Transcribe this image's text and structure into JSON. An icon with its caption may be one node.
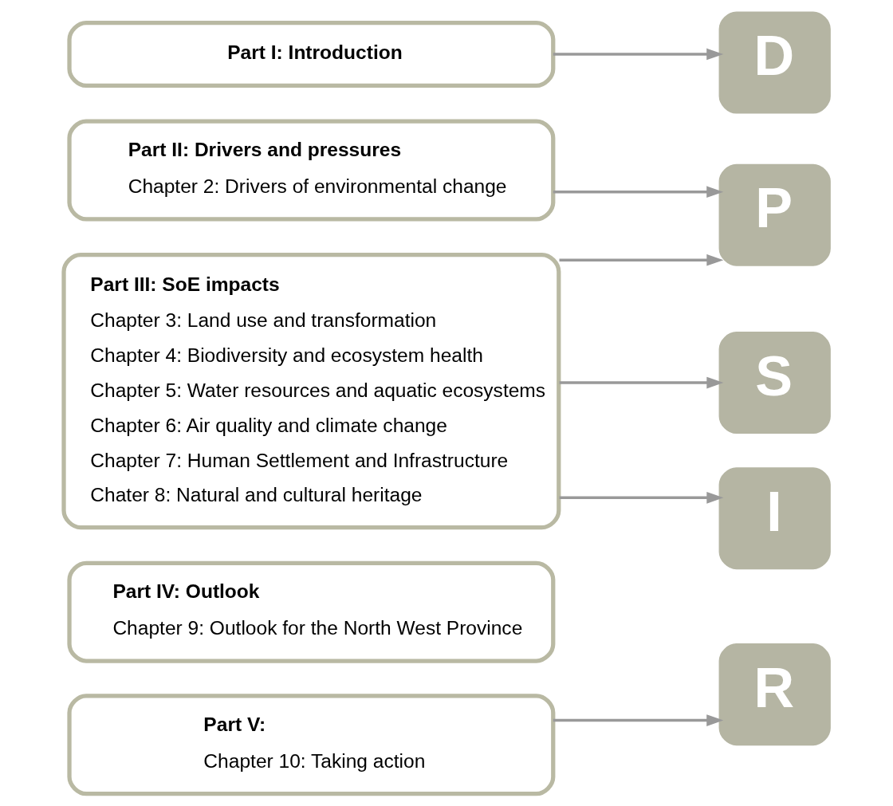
{
  "diagram": {
    "nodes": [
      {
        "text": [
          "Part I: Introduction"
        ]
      },
      {
        "text": [
          "Part II: Drivers and pressures",
          "Chapter 2: Drivers of environmental change"
        ]
      },
      {
        "text": [
          "Part III: SoE impacts",
          "Chapter 3: Land use and transformation",
          "Chapter 4: Biodiversity and ecosystem health",
          "Chapter 5: Water resources and aquatic ecosystems",
          "Chapter 6: Air quality and climate change",
          "Chapter 7: Human Settlement and Infrastructure",
          "Chater 8: Natural and cultural heritage"
        ]
      },
      {
        "text": [
          "Part IV: Outlook",
          "Chapter 9: Outlook for the North West Province"
        ]
      },
      {
        "text": [
          "Part V:",
          "Chapter 10: Taking action"
        ]
      },
      {
        "text": [
          "D"
        ]
      },
      {
        "text": [
          "P"
        ]
      },
      {
        "text": [
          "S"
        ]
      },
      {
        "text": [
          "I"
        ]
      },
      {
        "text": [
          "R"
        ]
      }
    ],
    "edges": [
      {
        "from": 0,
        "to": 5,
        "arrow": "to"
      },
      {
        "from": 1,
        "to": 6,
        "arrow": "to"
      },
      {
        "from": 2,
        "to": 6,
        "arrow": "to"
      },
      {
        "from": 2,
        "to": 7,
        "arrow": "to"
      },
      {
        "from": 2,
        "to": 8,
        "arrow": "to"
      },
      {
        "from": 4,
        "to": 9,
        "arrow": "to"
      }
    ]
  }
}
